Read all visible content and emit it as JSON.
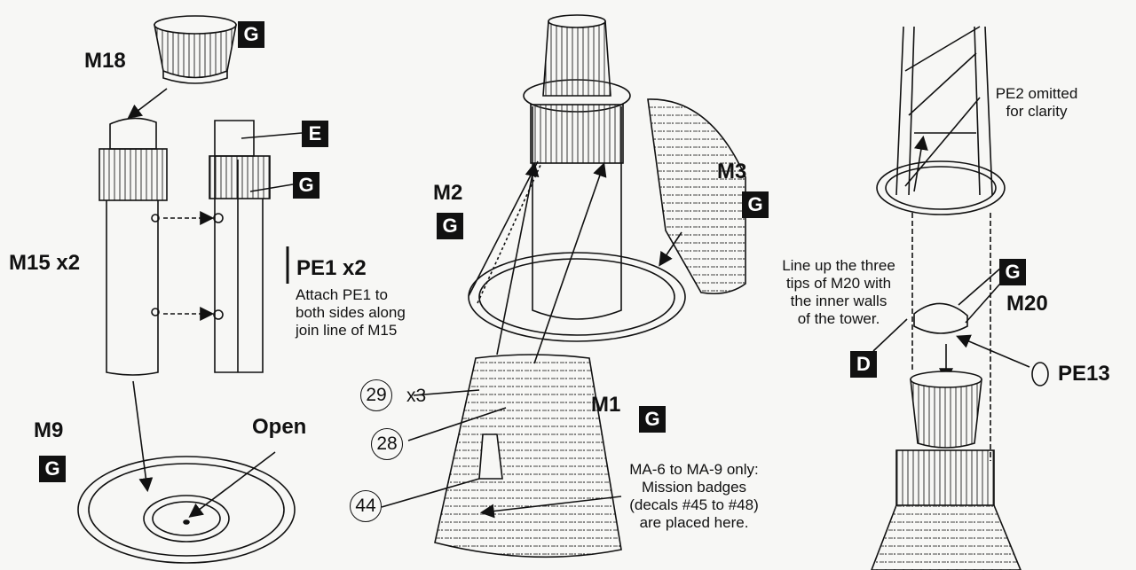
{
  "parts": {
    "m18": "M18",
    "m15": "M15 x2",
    "m9": "M9",
    "m2": "M2",
    "m3": "M3",
    "m1": "M1",
    "m20": "M20",
    "pe1": "PE1 x2",
    "pe13": "PE13"
  },
  "badges": {
    "g": "G",
    "e": "E",
    "d": "D"
  },
  "notes": {
    "pe1_attach": [
      "Attach PE1 to",
      "both sides along",
      "join line of M15"
    ],
    "open": "Open",
    "pe2_omitted": [
      "PE2 omitted",
      "for clarity"
    ],
    "line_up": [
      "Line up the three",
      "tips of M20 with",
      "the inner walls",
      "of the tower."
    ],
    "mission_badges": [
      "MA-6 to MA-9 only:",
      "Mission badges",
      "(decals #45 to #48)",
      "are placed here."
    ]
  },
  "callouts": {
    "c29": "29",
    "x3": "x3",
    "c28": "28",
    "c44": "44"
  }
}
